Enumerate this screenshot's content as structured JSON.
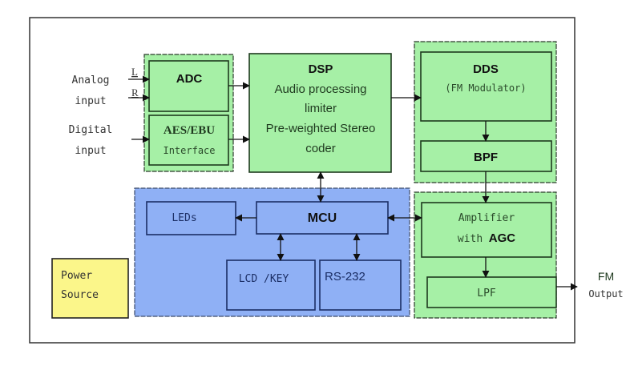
{
  "inputs": {
    "analog_line1": "Analog",
    "analog_line2": "input",
    "channel_left": "L",
    "channel_right": "R",
    "digital_line1": "Digital",
    "digital_line2": "input"
  },
  "blocks": {
    "adc": {
      "title": "ADC"
    },
    "aes_ebu": {
      "title": "AES/EBU",
      "subtitle": "Interface"
    },
    "dsp": {
      "title": "DSP",
      "lines": [
        "Audio processing",
        "limiter",
        "Pre-weighted Stereo",
        "coder"
      ]
    },
    "dds": {
      "title": "DDS",
      "subtitle": "(FM Modulator)"
    },
    "bpf": {
      "title": "BPF"
    },
    "amplifier": {
      "line1": "Amplifier",
      "line2_prefix": "with",
      "line2_bold": "AGC"
    },
    "lpf": {
      "title": "LPF"
    },
    "mcu": {
      "title": "MCU"
    },
    "leds": {
      "title": "LEDs"
    },
    "lcd_key": {
      "title": "LCD /KEY"
    },
    "rs232": {
      "title": "RS-232"
    },
    "power": {
      "line1": "Power",
      "line2": "Source"
    }
  },
  "outputs": {
    "fm_line1": "FM",
    "fm_line2": "Output"
  },
  "colors": {
    "green_block": "#a6f0a6",
    "blue_block": "#8fb0f5",
    "yellow_block": "#fbf68a"
  }
}
